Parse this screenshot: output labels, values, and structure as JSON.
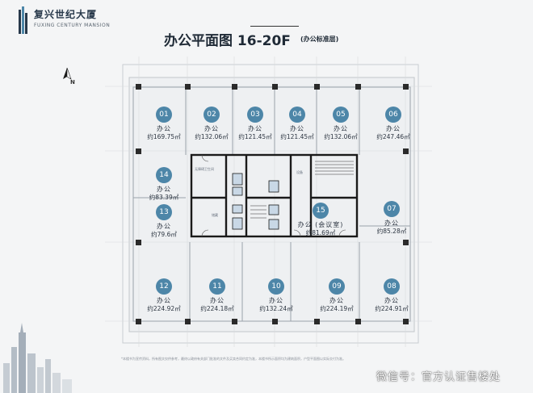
{
  "brand": {
    "name_cn": "复兴世纪大厦",
    "name_en": "FUXING CENTURY MANSION"
  },
  "header": {
    "title": "办公平面图 16-20F",
    "subtitle": "(办公标准层)"
  },
  "compass": {
    "letter": "N"
  },
  "units": [
    {
      "id": "01",
      "label": "办公",
      "area": "约169.75㎡"
    },
    {
      "id": "02",
      "label": "办公",
      "area": "约132.06㎡"
    },
    {
      "id": "03",
      "label": "办公",
      "area": "约121.45㎡"
    },
    {
      "id": "04",
      "label": "办公",
      "area": "约121.45㎡"
    },
    {
      "id": "05",
      "label": "办公",
      "area": "约132.06㎡"
    },
    {
      "id": "06",
      "label": "办公",
      "area": "约247.46㎡"
    },
    {
      "id": "07",
      "label": "办公",
      "area": "约85.28㎡"
    },
    {
      "id": "08",
      "label": "办公",
      "area": "约224.91㎡"
    },
    {
      "id": "09",
      "label": "办公",
      "area": "约224.19㎡"
    },
    {
      "id": "10",
      "label": "办公",
      "area": "约132.24㎡"
    },
    {
      "id": "11",
      "label": "办公",
      "area": "约224.18㎡"
    },
    {
      "id": "12",
      "label": "办公",
      "area": "约224.92㎡"
    },
    {
      "id": "13",
      "label": "办公",
      "area": "约79.6㎡"
    },
    {
      "id": "14",
      "label": "办公",
      "area": "约83.39㎡"
    },
    {
      "id": "15",
      "label": "办公 (会议室)",
      "area": "约81.69㎡"
    }
  ],
  "core_labels": {
    "restroom": "无障碍卫生间",
    "storage": "储藏",
    "equipment": "设备"
  },
  "footnote": "*本楼书为宣传资料，所有图文仅供参考，最终以政府有关部门批准的文件及买卖合同约定为准，本楼书所示面积均为建筑面积，户型平面图以实际交付为准。",
  "watermark": "微信号：官方认证售楼处",
  "colors": {
    "badge": "#4d86a8",
    "wall": "#1a1a1a",
    "background": "#f4f5f6"
  }
}
